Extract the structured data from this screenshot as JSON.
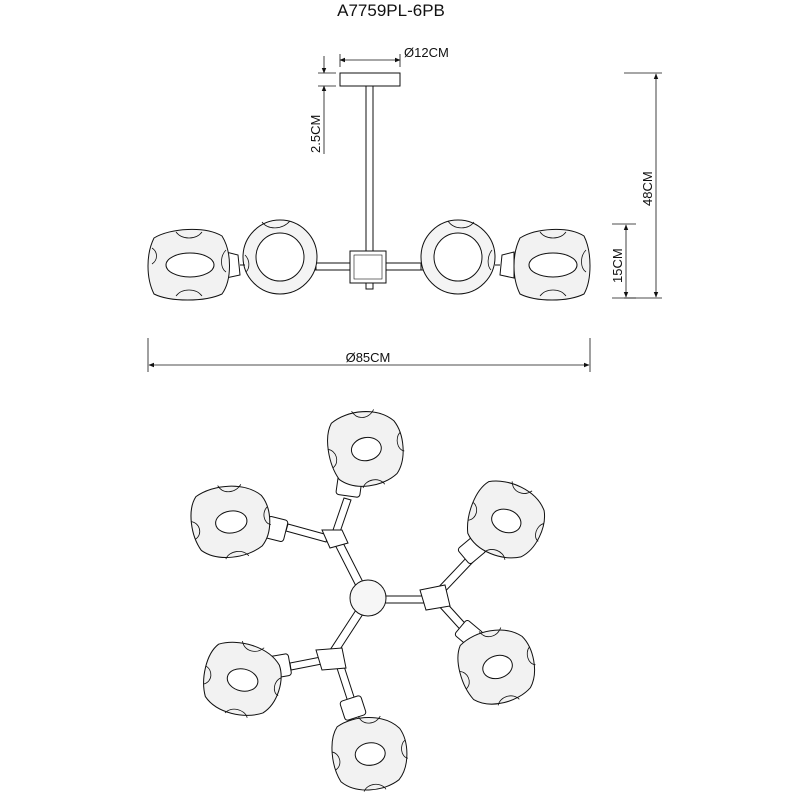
{
  "title": "A7759PL-6PB",
  "dimensions": {
    "canopy_diameter": "Ø12CM",
    "canopy_height": "2.5CM",
    "total_height": "48CM",
    "shade_height": "15CM",
    "total_diameter": "Ø85CM"
  }
}
